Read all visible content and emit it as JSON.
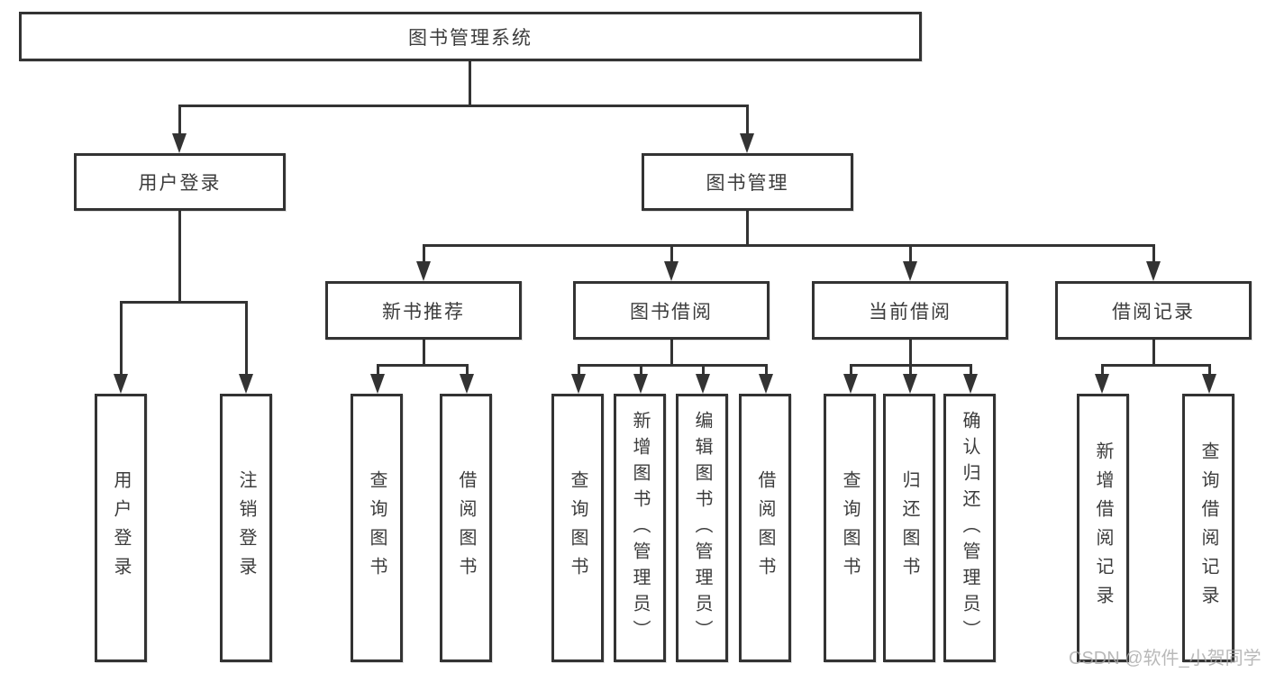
{
  "diagram": {
    "root": {
      "label": "图书管理系统"
    },
    "level2": [
      {
        "id": "user-login",
        "label": "用户登录"
      },
      {
        "id": "book-management",
        "label": "图书管理"
      }
    ],
    "level3": [
      {
        "id": "new-book-recommendation",
        "label": "新书推荐"
      },
      {
        "id": "book-borrowing",
        "label": "图书借阅"
      },
      {
        "id": "current-borrowing",
        "label": "当前借阅"
      },
      {
        "id": "borrowing-records",
        "label": "借阅记录"
      }
    ],
    "leaves": [
      {
        "id": "user-login",
        "label": "用户登录"
      },
      {
        "id": "logout",
        "label": "注销登录"
      },
      {
        "id": "query-books-recommend",
        "label": "查询图书"
      },
      {
        "id": "borrow-books-recommend",
        "label": "借阅图书"
      },
      {
        "id": "query-books-borrow",
        "label": "查询图书"
      },
      {
        "id": "add-books-admin",
        "label": "新增图书（管理员）"
      },
      {
        "id": "edit-books-admin",
        "label": "编辑图书（管理员）"
      },
      {
        "id": "borrow-books",
        "label": "借阅图书"
      },
      {
        "id": "query-books-current",
        "label": "查询图书"
      },
      {
        "id": "return-books",
        "label": "归还图书"
      },
      {
        "id": "confirm-return-admin",
        "label": "确认归还（管理员）"
      },
      {
        "id": "add-borrow-record",
        "label": "新增借阅记录"
      },
      {
        "id": "query-borrow-record",
        "label": "查询借阅记录"
      }
    ]
  },
  "watermark": {
    "text": "CSDN @软件_小贺同学"
  },
  "colors": {
    "line": "#333333",
    "text": "#3c3c3c",
    "watermark": "#a8a8a8",
    "background": "#ffffff"
  }
}
